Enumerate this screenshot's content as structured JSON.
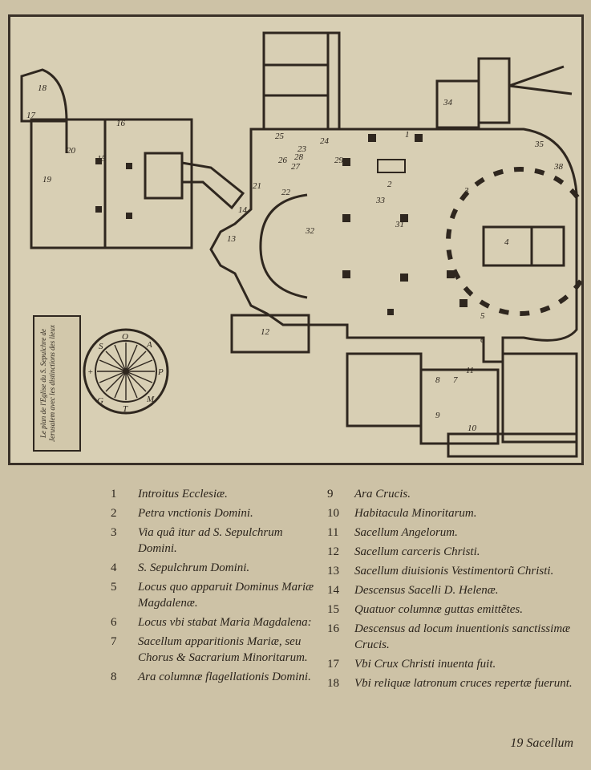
{
  "cartouche_text": "Le plan de l'Eglise du S. Sepulchre de Jerusalem avec les distinctions des lieux",
  "compass": {
    "letters": [
      "O",
      "A",
      "P",
      "M",
      "T",
      "G",
      "+",
      "S"
    ]
  },
  "plan_numbers": [
    "1",
    "2",
    "3",
    "4",
    "5",
    "6",
    "7",
    "8",
    "9",
    "10",
    "11",
    "12",
    "13",
    "14",
    "15",
    "16",
    "17",
    "18",
    "19",
    "20",
    "21",
    "22",
    "23",
    "24",
    "25",
    "26",
    "27",
    "28",
    "29",
    "31",
    "32",
    "33",
    "34",
    "35",
    "38"
  ],
  "legend": {
    "left": [
      {
        "num": "1",
        "text": "Introitus Ecclesiæ."
      },
      {
        "num": "2",
        "text": "Petra vnctionis Domini."
      },
      {
        "num": "3",
        "text": "Via quâ itur ad S. Sepulchrum Domini."
      },
      {
        "num": "4",
        "text": "S. Sepulchrum Domini."
      },
      {
        "num": "5",
        "text": "Locus quo apparuit Dominus Mariæ Magdalenæ."
      },
      {
        "num": "6",
        "text": "Locus vbi stabat Maria Magdalena:"
      },
      {
        "num": "7",
        "text": "Sacellum apparitionis Mariæ, seu Chorus & Sacrarium Minoritarum."
      },
      {
        "num": "8",
        "text": "Ara columnæ flagellationis Domini."
      }
    ],
    "right": [
      {
        "num": "9",
        "text": "Ara Crucis."
      },
      {
        "num": "10",
        "text": "Habitacula Minoritarum."
      },
      {
        "num": "11",
        "text": "Sacellum Angelorum."
      },
      {
        "num": "12",
        "text": "Sacellum carceris Christi."
      },
      {
        "num": "13",
        "text": "Sacellum diuisionis Vestimentorũ Christi."
      },
      {
        "num": "14",
        "text": "Descensus Sacelli D. Helenæ."
      },
      {
        "num": "15",
        "text": "Quatuor columnæ guttas emittẽtes."
      },
      {
        "num": "16",
        "text": "Descensus ad locum inuentionis sanctissimæ Crucis."
      },
      {
        "num": "17",
        "text": "Vbi Crux Christi inuenta fuit."
      },
      {
        "num": "18",
        "text": "Vbi reliquæ latronum cruces repertæ fuerunt."
      }
    ]
  },
  "catchword": "19 Sacellum"
}
